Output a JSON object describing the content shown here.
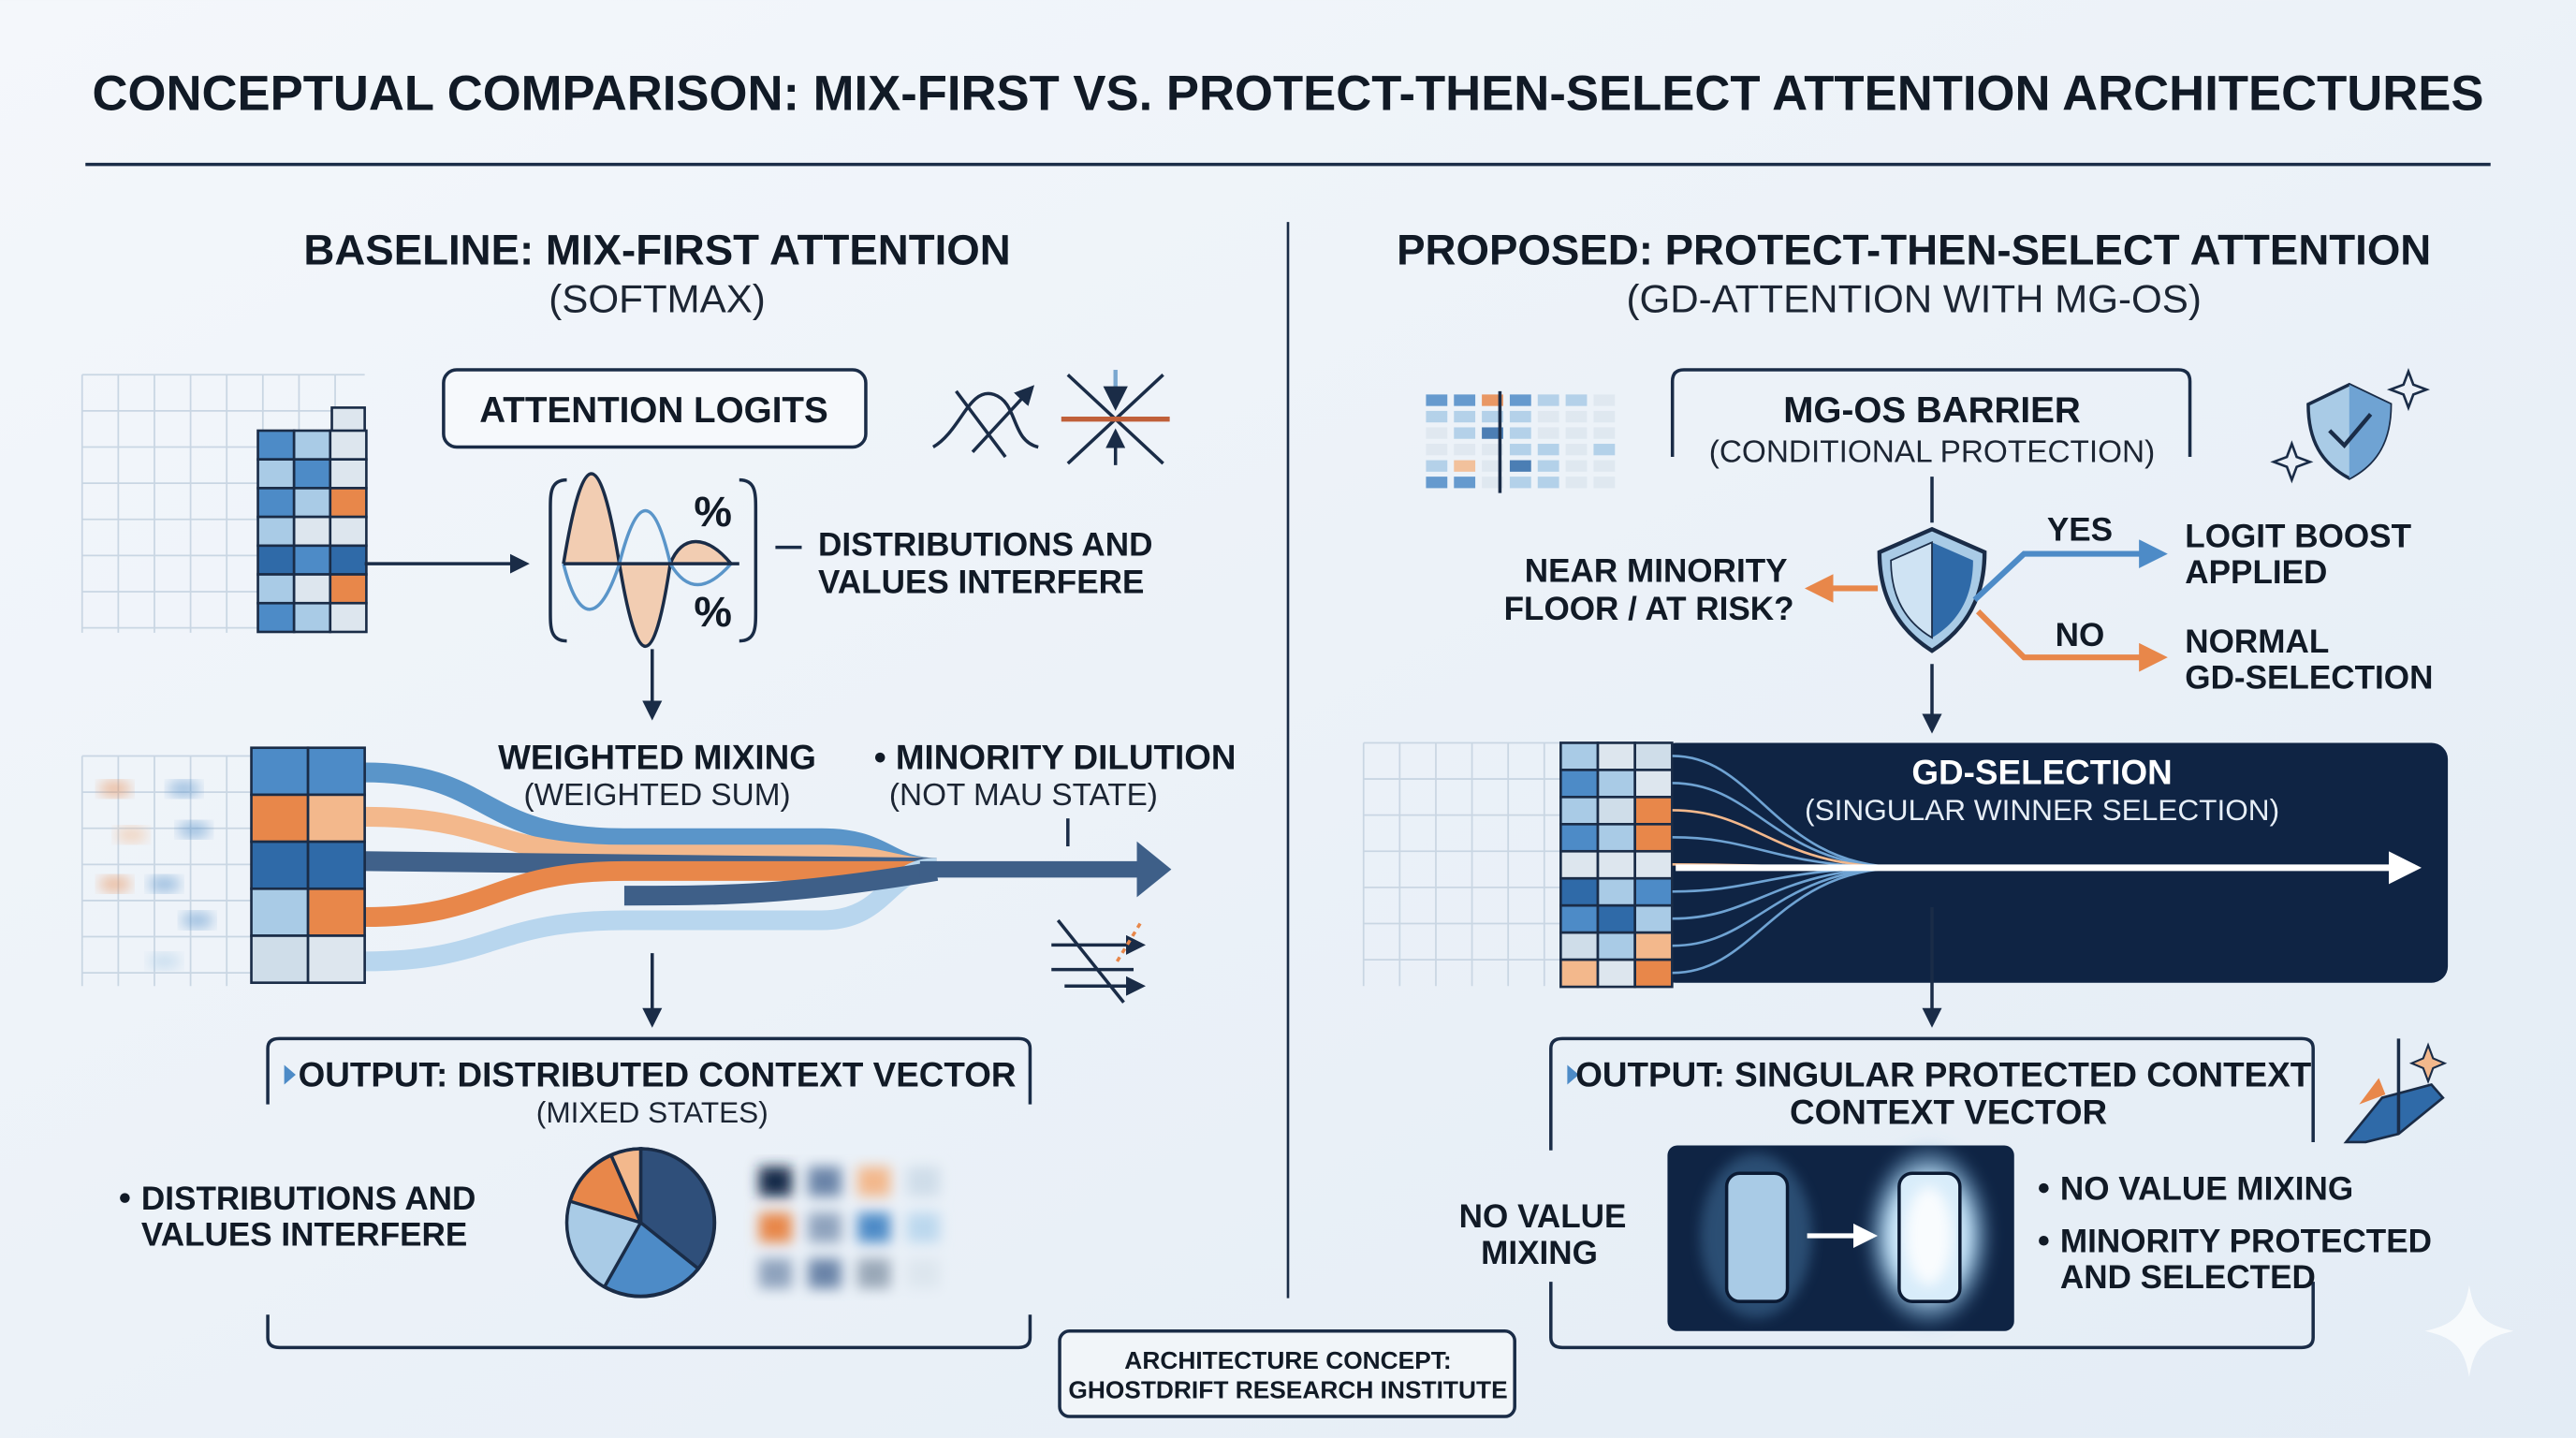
{
  "title": "CONCEPTUAL COMPARISON: MIX-FIRST VS. PROTECT-THEN-SELECT ATTENTION ARCHITECTURES",
  "colors": {
    "navy": "#14294a",
    "blue": "#4d8bc7",
    "light_blue": "#a9cbe6",
    "orange": "#e8874a",
    "light_orange": "#f3b88c",
    "background": "#eef3f8"
  },
  "baseline": {
    "heading": "BASELINE: MIX-FIRST ATTENTION",
    "subheading": "(SOFTMAX)",
    "logits_label": "ATTENTION LOGITS",
    "percent_top": "%",
    "percent_bottom": "%",
    "interfere_note": [
      "DISTRIBUTIONS AND",
      "VALUES INTERFERE"
    ],
    "mixing_label": "WEIGHTED MIXING",
    "mixing_sub": "(WEIGHTED SUM)",
    "dilution_label": "MINORITY DILUTION",
    "dilution_sub": "(NOT MAU STATE)",
    "output_title": "OUTPUT: DISTRIBUTED CONTEXT VECTOR",
    "output_sub": "(MIXED STATES)",
    "output_bullet": [
      "DISTRIBUTIONS AND",
      "VALUES INTERFERE"
    ],
    "icons": [
      "crossed-curves-icon",
      "converging-arrows-icon",
      "crossed-flow-icon",
      "pie-chart-icon"
    ]
  },
  "proposed": {
    "heading": "PROPOSED: PROTECT-THEN-SELECT ATTENTION",
    "subheading": "(GD-ATTENTION WITH MG-OS)",
    "barrier_label": "MG-OS BARRIER",
    "barrier_sub": "(CONDITIONAL PROTECTION)",
    "question": [
      "NEAR MINORITY",
      "FLOOR / AT RISK?"
    ],
    "yes_label": "YES",
    "yes_result": [
      "LOGIT BOOST",
      "APPLIED"
    ],
    "no_label": "NO",
    "no_result": [
      "NORMAL",
      "GD-SELECTION"
    ],
    "selection_label": "GD-SELECTION",
    "selection_sub": "(SINGULAR WINNER SELECTION)",
    "output_title": "OUTPUT: SINGULAR PROTECTED CONTEXT",
    "output_title_2": "CONTEXT VECTOR",
    "no_value_mixing": [
      "NO VALUE",
      "MIXING"
    ],
    "bullets": [
      "NO VALUE MIXING",
      "MINORITY PROTECTED",
      "AND SELECTED"
    ],
    "icons": [
      "shield-icon",
      "shield-check-icon",
      "sparkle-icon",
      "rising-arrow-icon"
    ]
  },
  "footer": [
    "ARCHITECTURE CONCEPT:",
    "GHOSTDRIFT RESEARCH INSTITUTE"
  ]
}
